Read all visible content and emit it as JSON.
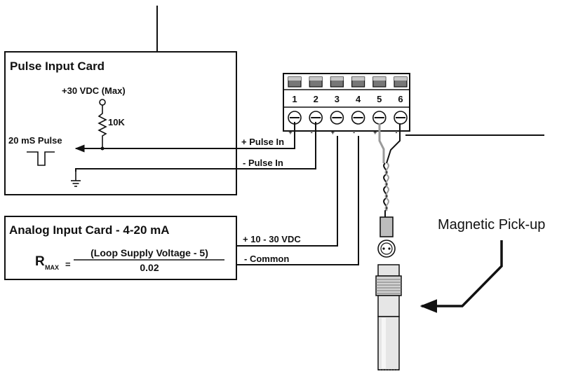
{
  "pulse_card": {
    "title": "Pulse Input Card",
    "supply": "+30 VDC (Max)",
    "resistor": "10K",
    "pulse": "20 mS Pulse"
  },
  "analog_card": {
    "title": "Analog Input Card - 4-20 mA",
    "formula_symbol": "R",
    "formula_subscript": "MAX",
    "formula_equals": "=",
    "formula_numerator": "(Loop Supply Voltage - 5)",
    "formula_denominator": "0.02"
  },
  "wires": {
    "pulse_in_plus": "+ Pulse In",
    "pulse_in_minus": "- Pulse In",
    "supply": "+ 10 - 30 VDC",
    "common": "- Common"
  },
  "terminal_block": {
    "numbers": [
      "1",
      "2",
      "3",
      "4",
      "5",
      "6"
    ],
    "polarity": [
      "+",
      "-",
      "+",
      "-",
      "+",
      "-"
    ]
  },
  "pickup": {
    "label": "Magnetic Pick-up"
  }
}
